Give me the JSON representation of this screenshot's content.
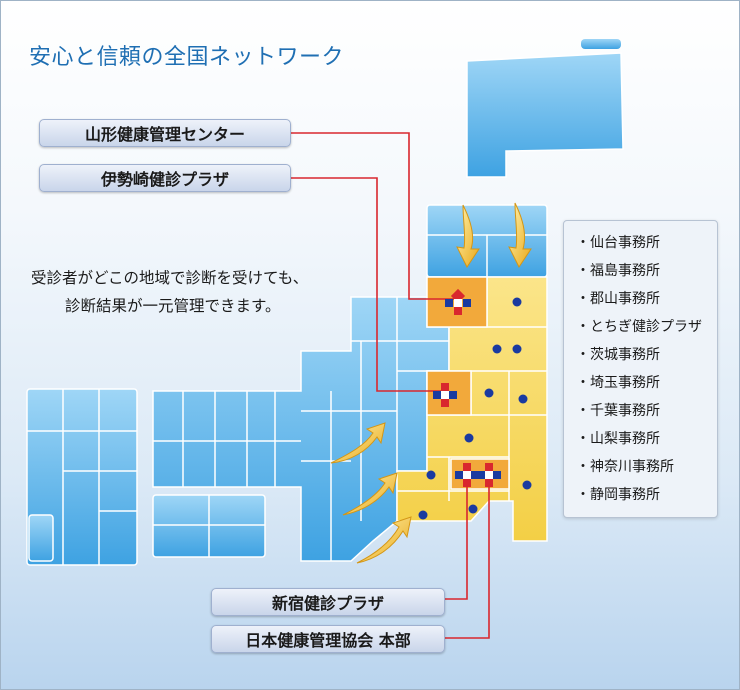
{
  "title": "安心と信頼の全国ネットワーク",
  "message": {
    "line1": "受診者がどこの地域で診断を受けても、",
    "line2": "診断結果が一元管理できます。"
  },
  "facilities": {
    "yamagata": "山形健康管理センター",
    "isesaki": "伊勢崎健診プラザ",
    "shinjuku": "新宿健診プラザ",
    "honbu": "日本健康管理協会 本部"
  },
  "offices": [
    "・仙台事務所",
    "・福島事務所",
    "・郡山事務所",
    "・とちぎ健診プラザ",
    "・茨城事務所",
    "・埼玉事務所",
    "・千葉事務所",
    "・山梨事務所",
    "・神奈川事務所",
    "・静岡事務所"
  ],
  "colors": {
    "title": "#1f6fb3",
    "map_blue": "#5cb3e8",
    "map_yellow": "#f7d85a",
    "highlight": "#f2a93b",
    "connector": "#d9272e",
    "office_dot": "#1a3aa0"
  }
}
